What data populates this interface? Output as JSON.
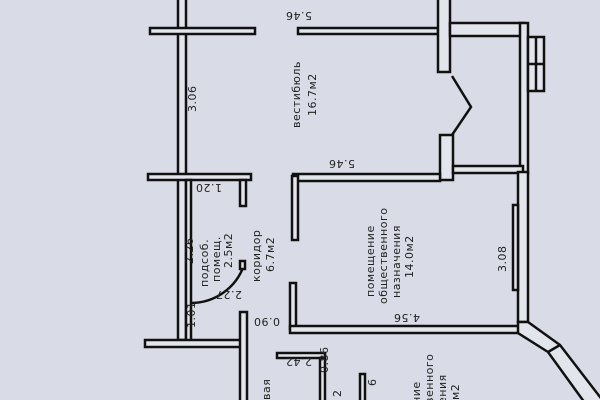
{
  "plan": {
    "rooms": {
      "vestibule": {
        "name": "вестибюль",
        "area": "16.7м2"
      },
      "utility": {
        "name_1": "подсоб.",
        "name_2": "помещ.",
        "area": "2.5м2"
      },
      "corridor": {
        "name": "коридор",
        "area": "6.7м2"
      },
      "public_room": {
        "name_1": "помещение",
        "name_2": "общественного",
        "name_3": "назначения",
        "area": "14.0м2"
      },
      "public_room_2": {
        "name_1": "ние",
        "name_2": "венного",
        "name_3": "ения",
        "area": "м2"
      },
      "partial_room": {
        "name": "вая"
      }
    },
    "dimensions": {
      "top_wall": "5.46",
      "left_wall": "3.06",
      "vestibule_bottom": "5.46",
      "utility_top": "1.20",
      "utility_side": "2.26",
      "utility_door": "2.27",
      "left_bottom": "1.01",
      "corridor_door": "0.90",
      "public_room_bottom": "4.56",
      "public_room_side": "3.08",
      "lower_side": "0.86",
      "lower_top": "2.42",
      "partial_1": "6",
      "partial_2": "2"
    }
  }
}
